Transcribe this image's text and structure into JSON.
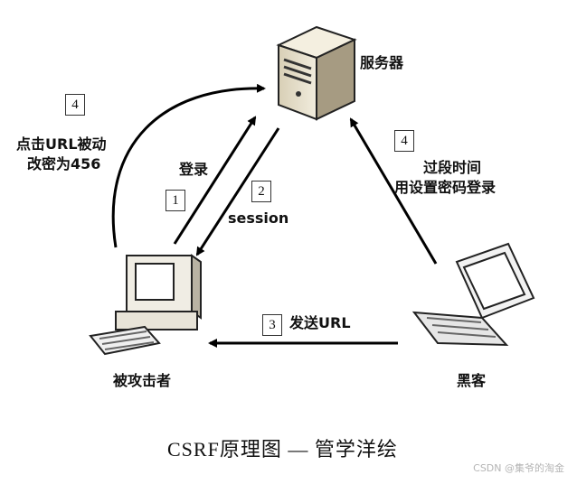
{
  "nodes": {
    "server": "服务器",
    "victim": "被攻击者",
    "hacker": "黑客"
  },
  "steps": {
    "login": {
      "number": "1",
      "label": "登录"
    },
    "session": {
      "number": "2",
      "label": "session"
    },
    "send": {
      "number": "3",
      "label": "发送URL"
    },
    "hacker_login": {
      "number": "4",
      "label_line1": "过段时间",
      "label_line2": "用设置密码登录"
    },
    "victim_click": {
      "number": "4",
      "label_line1": "点击URL被动",
      "label_line2": "改密为456"
    }
  },
  "caption": "CSRF原理图 — 管学洋绘",
  "watermark": "CSDN @集爷的淘金"
}
